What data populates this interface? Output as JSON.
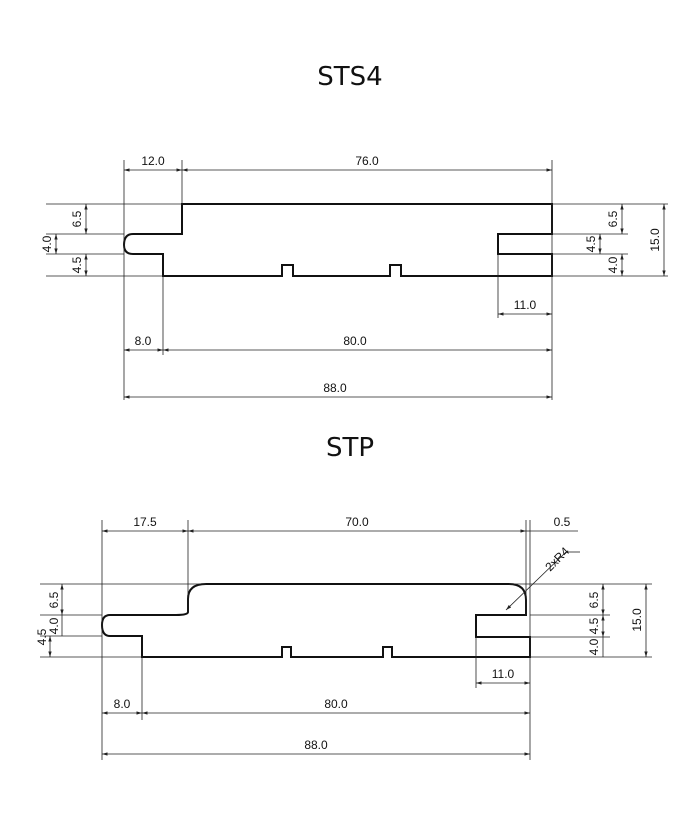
{
  "profiles": [
    {
      "title": "STS4",
      "dims": {
        "d12": "12.0",
        "d76": "76.0",
        "d65l": "6.5",
        "d40l": "4.0",
        "d45l": "4.5",
        "d45r": "4.5",
        "d65r": "6.5",
        "d40r": "4.0",
        "d15": "15.0",
        "d11": "11.0",
        "d8": "8.0",
        "d80": "80.0",
        "d88": "88.0"
      }
    },
    {
      "title": "STP",
      "dims": {
        "d175": "17.5",
        "d70": "70.0",
        "d05": "0.5",
        "r4": "2xR4",
        "d65l": "6.5",
        "d40l": "4.0",
        "d45l": "4.5",
        "d45r": "4.5",
        "d65r": "6.5",
        "d40r": "4.0",
        "d15": "15.0",
        "d11": "11.0",
        "d8": "8.0",
        "d80": "80.0",
        "d88": "88.0"
      }
    }
  ]
}
